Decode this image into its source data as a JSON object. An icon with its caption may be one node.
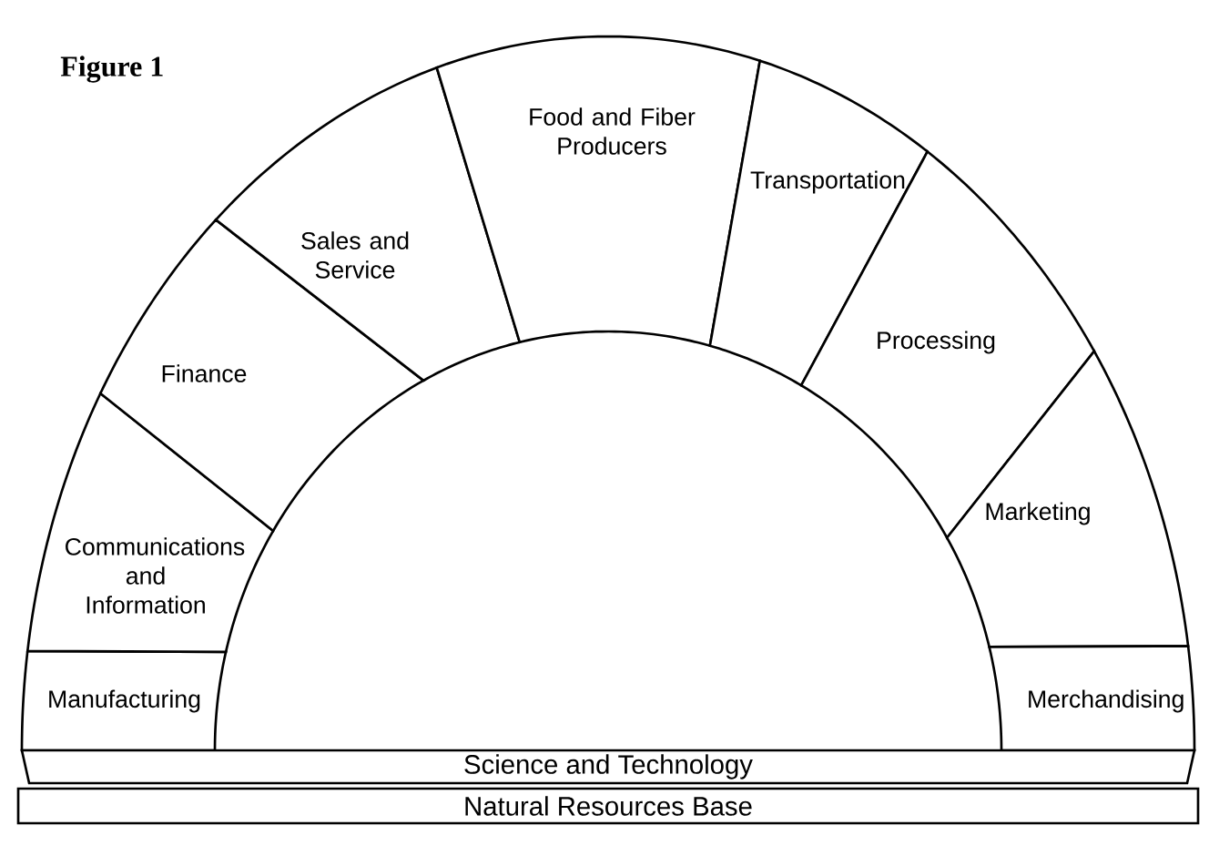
{
  "diagram": {
    "title": "Figure 1",
    "nodes": [
      {
        "text": [
          "Manufacturing"
        ]
      },
      {
        "text": [
          "Communications and Information"
        ]
      },
      {
        "text": [
          "Finance"
        ]
      },
      {
        "text": [
          "Sales and Service"
        ]
      },
      {
        "text": [
          "Food and Fiber Producers"
        ]
      },
      {
        "text": [
          "Transportation"
        ]
      },
      {
        "text": [
          "Processing"
        ]
      },
      {
        "text": [
          "Marketing"
        ]
      },
      {
        "text": [
          "Merchandising"
        ]
      },
      {
        "text": [
          "Science and Technology"
        ]
      },
      {
        "text": [
          "Natural Resources Base"
        ]
      }
    ]
  }
}
